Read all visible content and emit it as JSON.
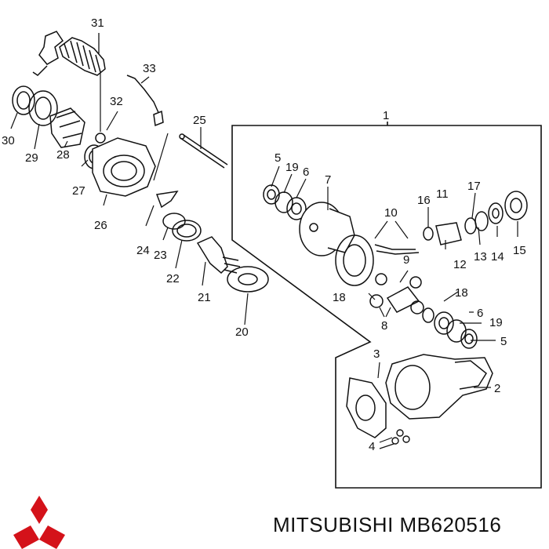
{
  "part_caption": "MITSUBISHI MB620516",
  "brand_logo": "mitsubishi-three-diamonds-icon",
  "colors": {
    "logo": "#d4121a",
    "ink": "#111111"
  },
  "callouts": {
    "c1": "1",
    "c2": "2",
    "c3": "3",
    "c4": "4",
    "c5a": "5",
    "c5b": "5",
    "c6a": "6",
    "c6b": "6",
    "c7": "7",
    "c8": "8",
    "c9": "9",
    "c10": "10",
    "c11": "11",
    "c12": "12",
    "c13": "13",
    "c14": "14",
    "c15": "15",
    "c16": "16",
    "c17": "17",
    "c18a": "18",
    "c18b": "18",
    "c19a": "19",
    "c19b": "19",
    "c20": "20",
    "c21": "21",
    "c22": "22",
    "c23": "23",
    "c24": "24",
    "c25": "25",
    "c26": "26",
    "c27": "27",
    "c28": "28",
    "c29": "29",
    "c30": "30",
    "c31": "31",
    "c32": "32",
    "c33": "33"
  }
}
